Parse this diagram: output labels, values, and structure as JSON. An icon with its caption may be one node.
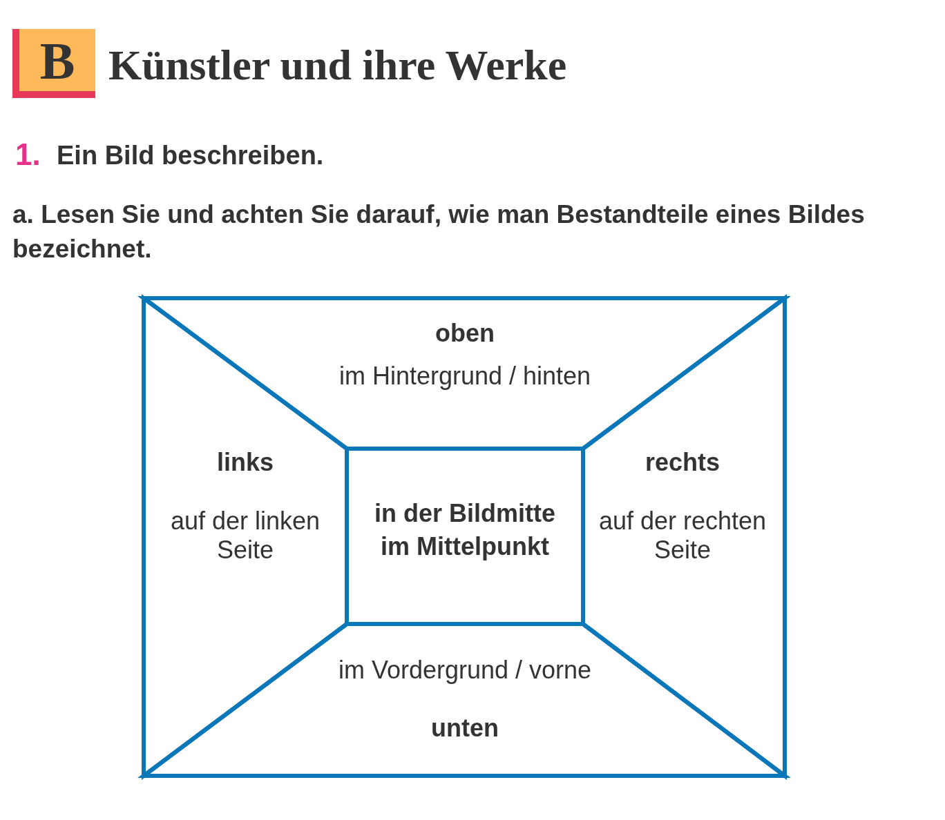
{
  "diagram": {
    "title": "Künstler und ihre Werke",
    "nodes": [
      {
        "text": [
          "oben",
          "im Hintergrund / hinten"
        ]
      },
      {
        "text": [
          "links",
          "auf der linken Seite"
        ]
      },
      {
        "text": [
          "in der Bildmitte",
          "im Mittelpunkt"
        ]
      },
      {
        "text": [
          "rechts",
          "auf der rechten Seite"
        ]
      },
      {
        "text": [
          "im Vordergrund / vorne",
          "unten"
        ]
      }
    ],
    "labels": [
      "B",
      "1.",
      "Ein Bild beschreiben.",
      "a. Lesen Sie und achten Sie darauf, wie man Bestandteile eines Bildes bezeichnet."
    ]
  }
}
